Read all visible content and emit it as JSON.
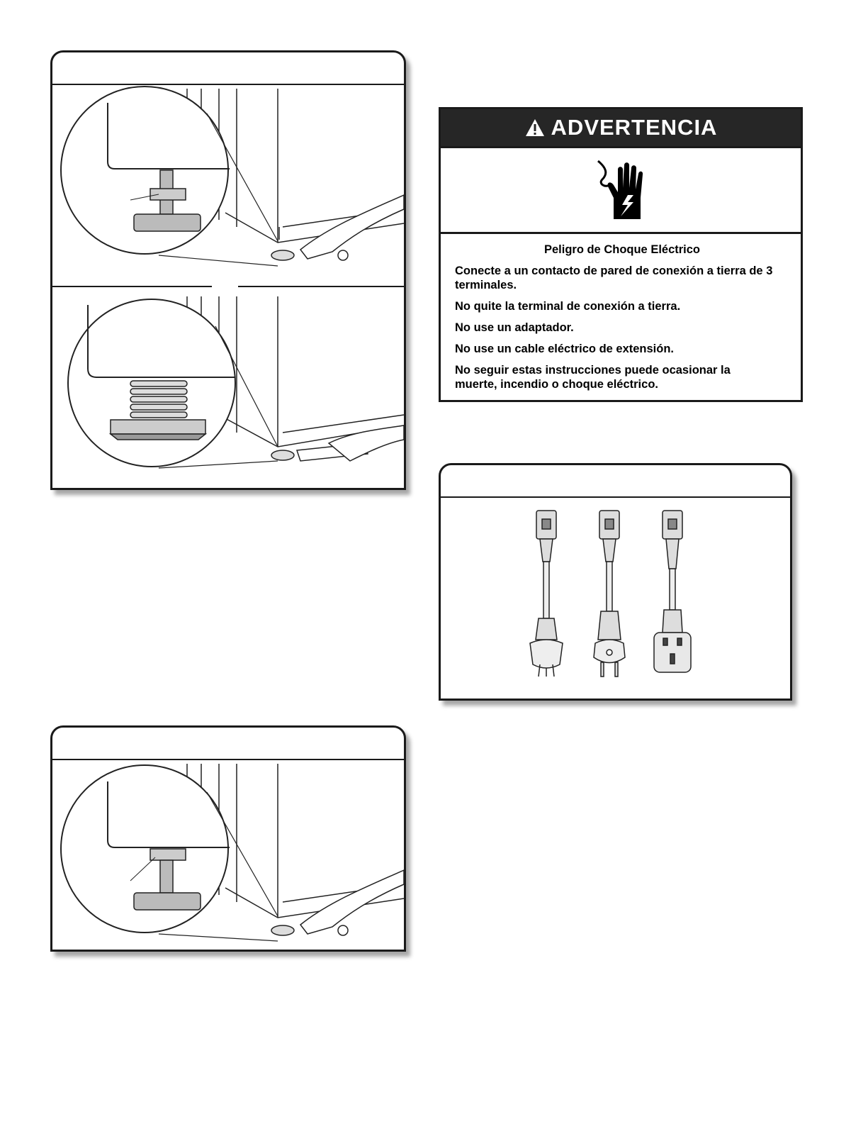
{
  "warning": {
    "title": "ADVERTENCIA",
    "subtitle": "Peligro de Choque Eléctrico",
    "lines": [
      "Conecte a un contacto de pared de conexión a tierra de 3 terminales.",
      "No quite la terminal de conexión a tierra.",
      "No use un adaptador.",
      "No use un cable eléctrico de extensión.",
      "No seguir estas instrucciones puede ocasionar la muerte, incendio o choque eléctrico."
    ],
    "icons": {
      "alert": "warning-triangle-icon",
      "hazard": "electric-shock-hand-icon"
    }
  },
  "figures": {
    "leveling_top": "leveling-foot-illustration",
    "leveling_bottom": "leveling-foot-illustration",
    "plugs": [
      "australia-plug-icon",
      "europe-plug-icon",
      "uk-plug-icon"
    ]
  }
}
